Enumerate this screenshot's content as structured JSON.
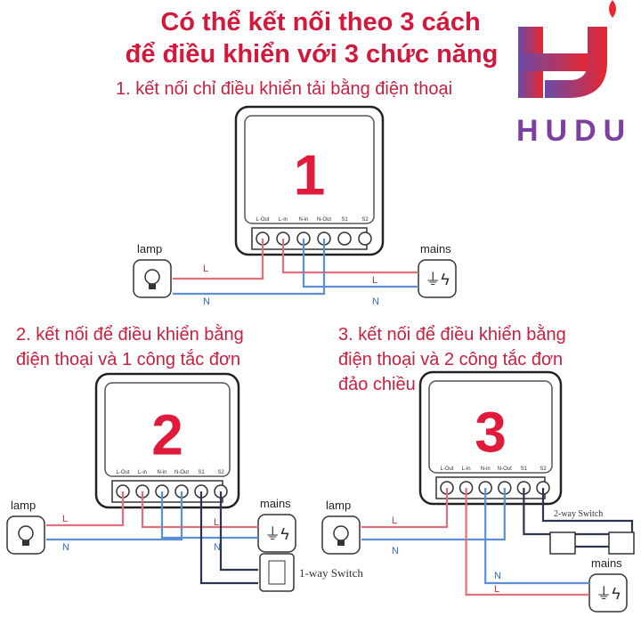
{
  "title": {
    "line1": "Có thể kết nối theo 3 cách",
    "line2": "để điều khiển với 3 chức năng"
  },
  "logo": {
    "text": "HUDU",
    "colors": [
      "#6a4aa8",
      "#e8262e"
    ]
  },
  "methods": [
    {
      "caption": "1. kết nối chỉ điều khiển tải bằng điện thoại",
      "number": "1"
    },
    {
      "caption_line1": "2. kết nối để điều khiển bằng",
      "caption_line2": "điện thoại và 1 công tắc đơn",
      "number": "2",
      "switch_label": "1-way Switch"
    },
    {
      "caption_line1": "3. kết nối để điều khiển bằng",
      "caption_line2": "điện thoại và 2 công tắc đơn",
      "caption_line3": "đảo chiều",
      "number": "3",
      "switch_label": "2-way Switch"
    }
  ],
  "terminals": [
    "L-Out",
    "L-in",
    "N-in",
    "N-Out",
    "S1",
    "S2"
  ],
  "labels": {
    "lamp": "lamp",
    "mains": "mains",
    "live": "L",
    "neutral": "N"
  },
  "colors": {
    "title": "#d2193c",
    "live_wire": "#e0707a",
    "neutral_wire": "#5b8fd6",
    "switch_wire": "#2b3550"
  }
}
